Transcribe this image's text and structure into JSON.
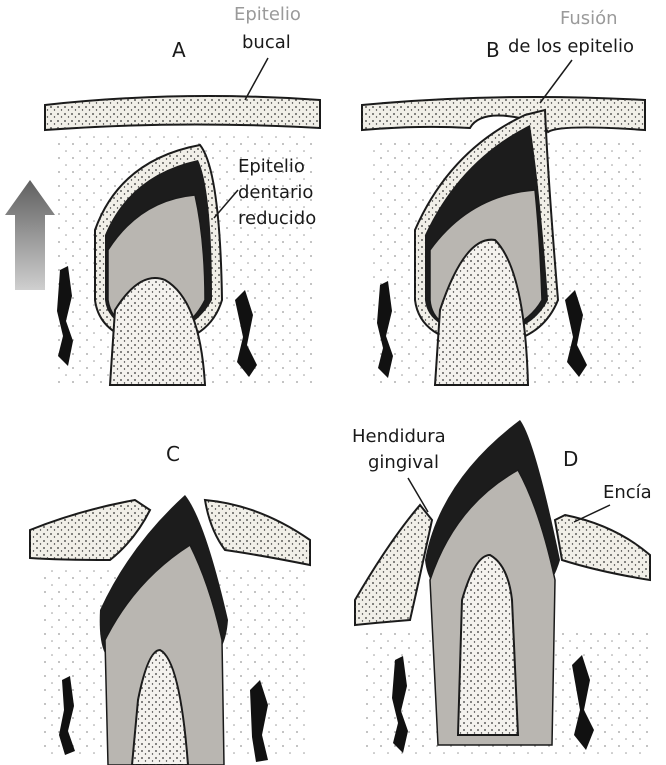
{
  "panels": [
    {
      "letter": "A"
    },
    {
      "letter": "B"
    },
    {
      "letter": "C"
    },
    {
      "letter": "D"
    }
  ],
  "labels": {
    "epitelio_bucal_line1": "Epitelio",
    "epitelio_bucal_line2": "bucal",
    "fusion_line1": "Fusión",
    "fusion_line2": "de los epitelio",
    "epitelio_dentario_line1": "Epitelio",
    "epitelio_dentario_line2": "dentario",
    "epitelio_dentario_line3": "reducido",
    "hendidura_line1": "Hendidura",
    "hendidura_line2": "gingival",
    "encia": "Encía"
  },
  "colors": {
    "enamel": "#1c1c1c",
    "dentin": "#b9b6b1",
    "pulp": "#f4f2ee",
    "epithelium": "#f1efe8",
    "ink": "#1a1a1a",
    "arrow": "#7a7a7a"
  }
}
